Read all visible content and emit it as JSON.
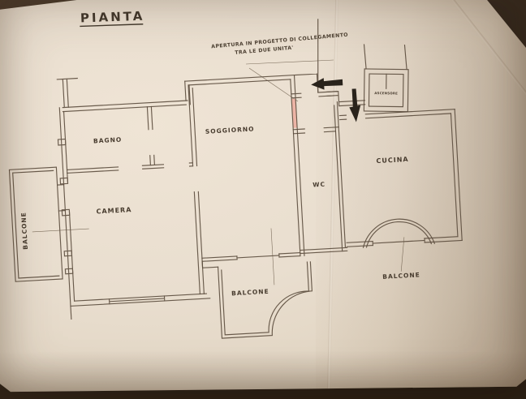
{
  "photo": {
    "background": "#2b211a",
    "paper_color": "#e8ddcd",
    "ink_color": "#5b4c3d",
    "highlight_color": "#edb1a3"
  },
  "title": "PIANTA",
  "annotation": {
    "line1": "APERTURA IN PROGETTO DI COLLEGAMENTO",
    "line2": "TRA LE DUE UNITA'"
  },
  "rooms": {
    "bagno": "BAGNO",
    "soggiorno": "SOGGIORNO",
    "camera": "CAMERA",
    "wc": "WC",
    "cucina": "CUCINA",
    "ascensore": "ASCENSORE"
  },
  "balconies": {
    "left": "BALCONE",
    "bottom": "BALCONE",
    "right": "BALCONE"
  }
}
